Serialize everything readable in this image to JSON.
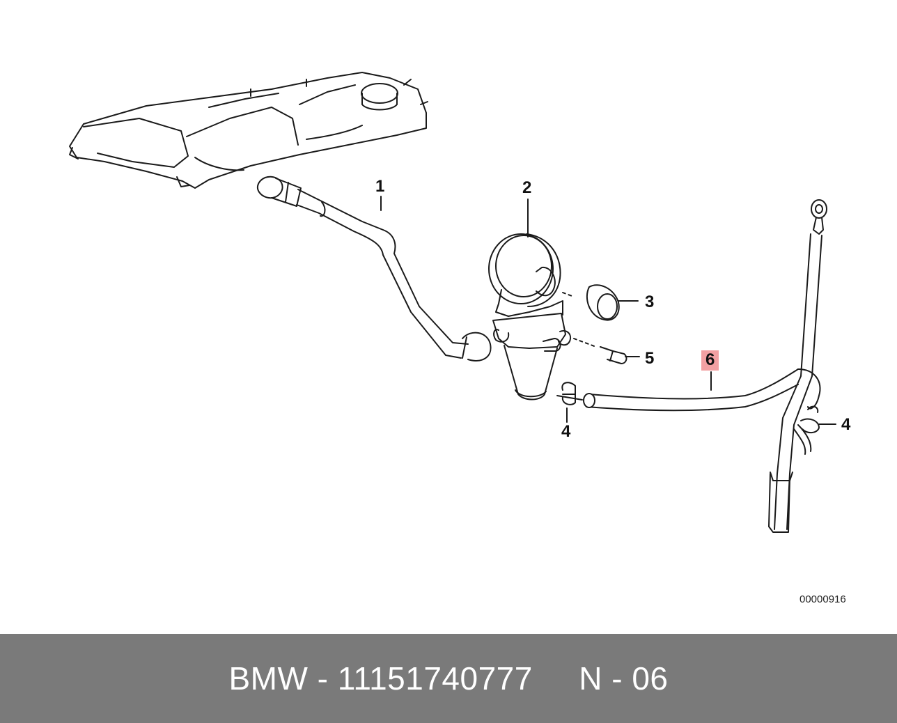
{
  "diagram": {
    "callouts": [
      {
        "id": "1",
        "label": "1"
      },
      {
        "id": "2",
        "label": "2"
      },
      {
        "id": "3",
        "label": "3"
      },
      {
        "id": "4a",
        "label": "4"
      },
      {
        "id": "5",
        "label": "5"
      },
      {
        "id": "6",
        "label": "6",
        "highlighted": true,
        "highlight_color": "#f2a0a2"
      },
      {
        "id": "4b",
        "label": "4"
      }
    ],
    "reference_code": "00000916"
  },
  "footer": {
    "text": "BMW - 11151740777     N - 06",
    "background_color": "#7a7a7a",
    "text_color": "#ffffff"
  }
}
